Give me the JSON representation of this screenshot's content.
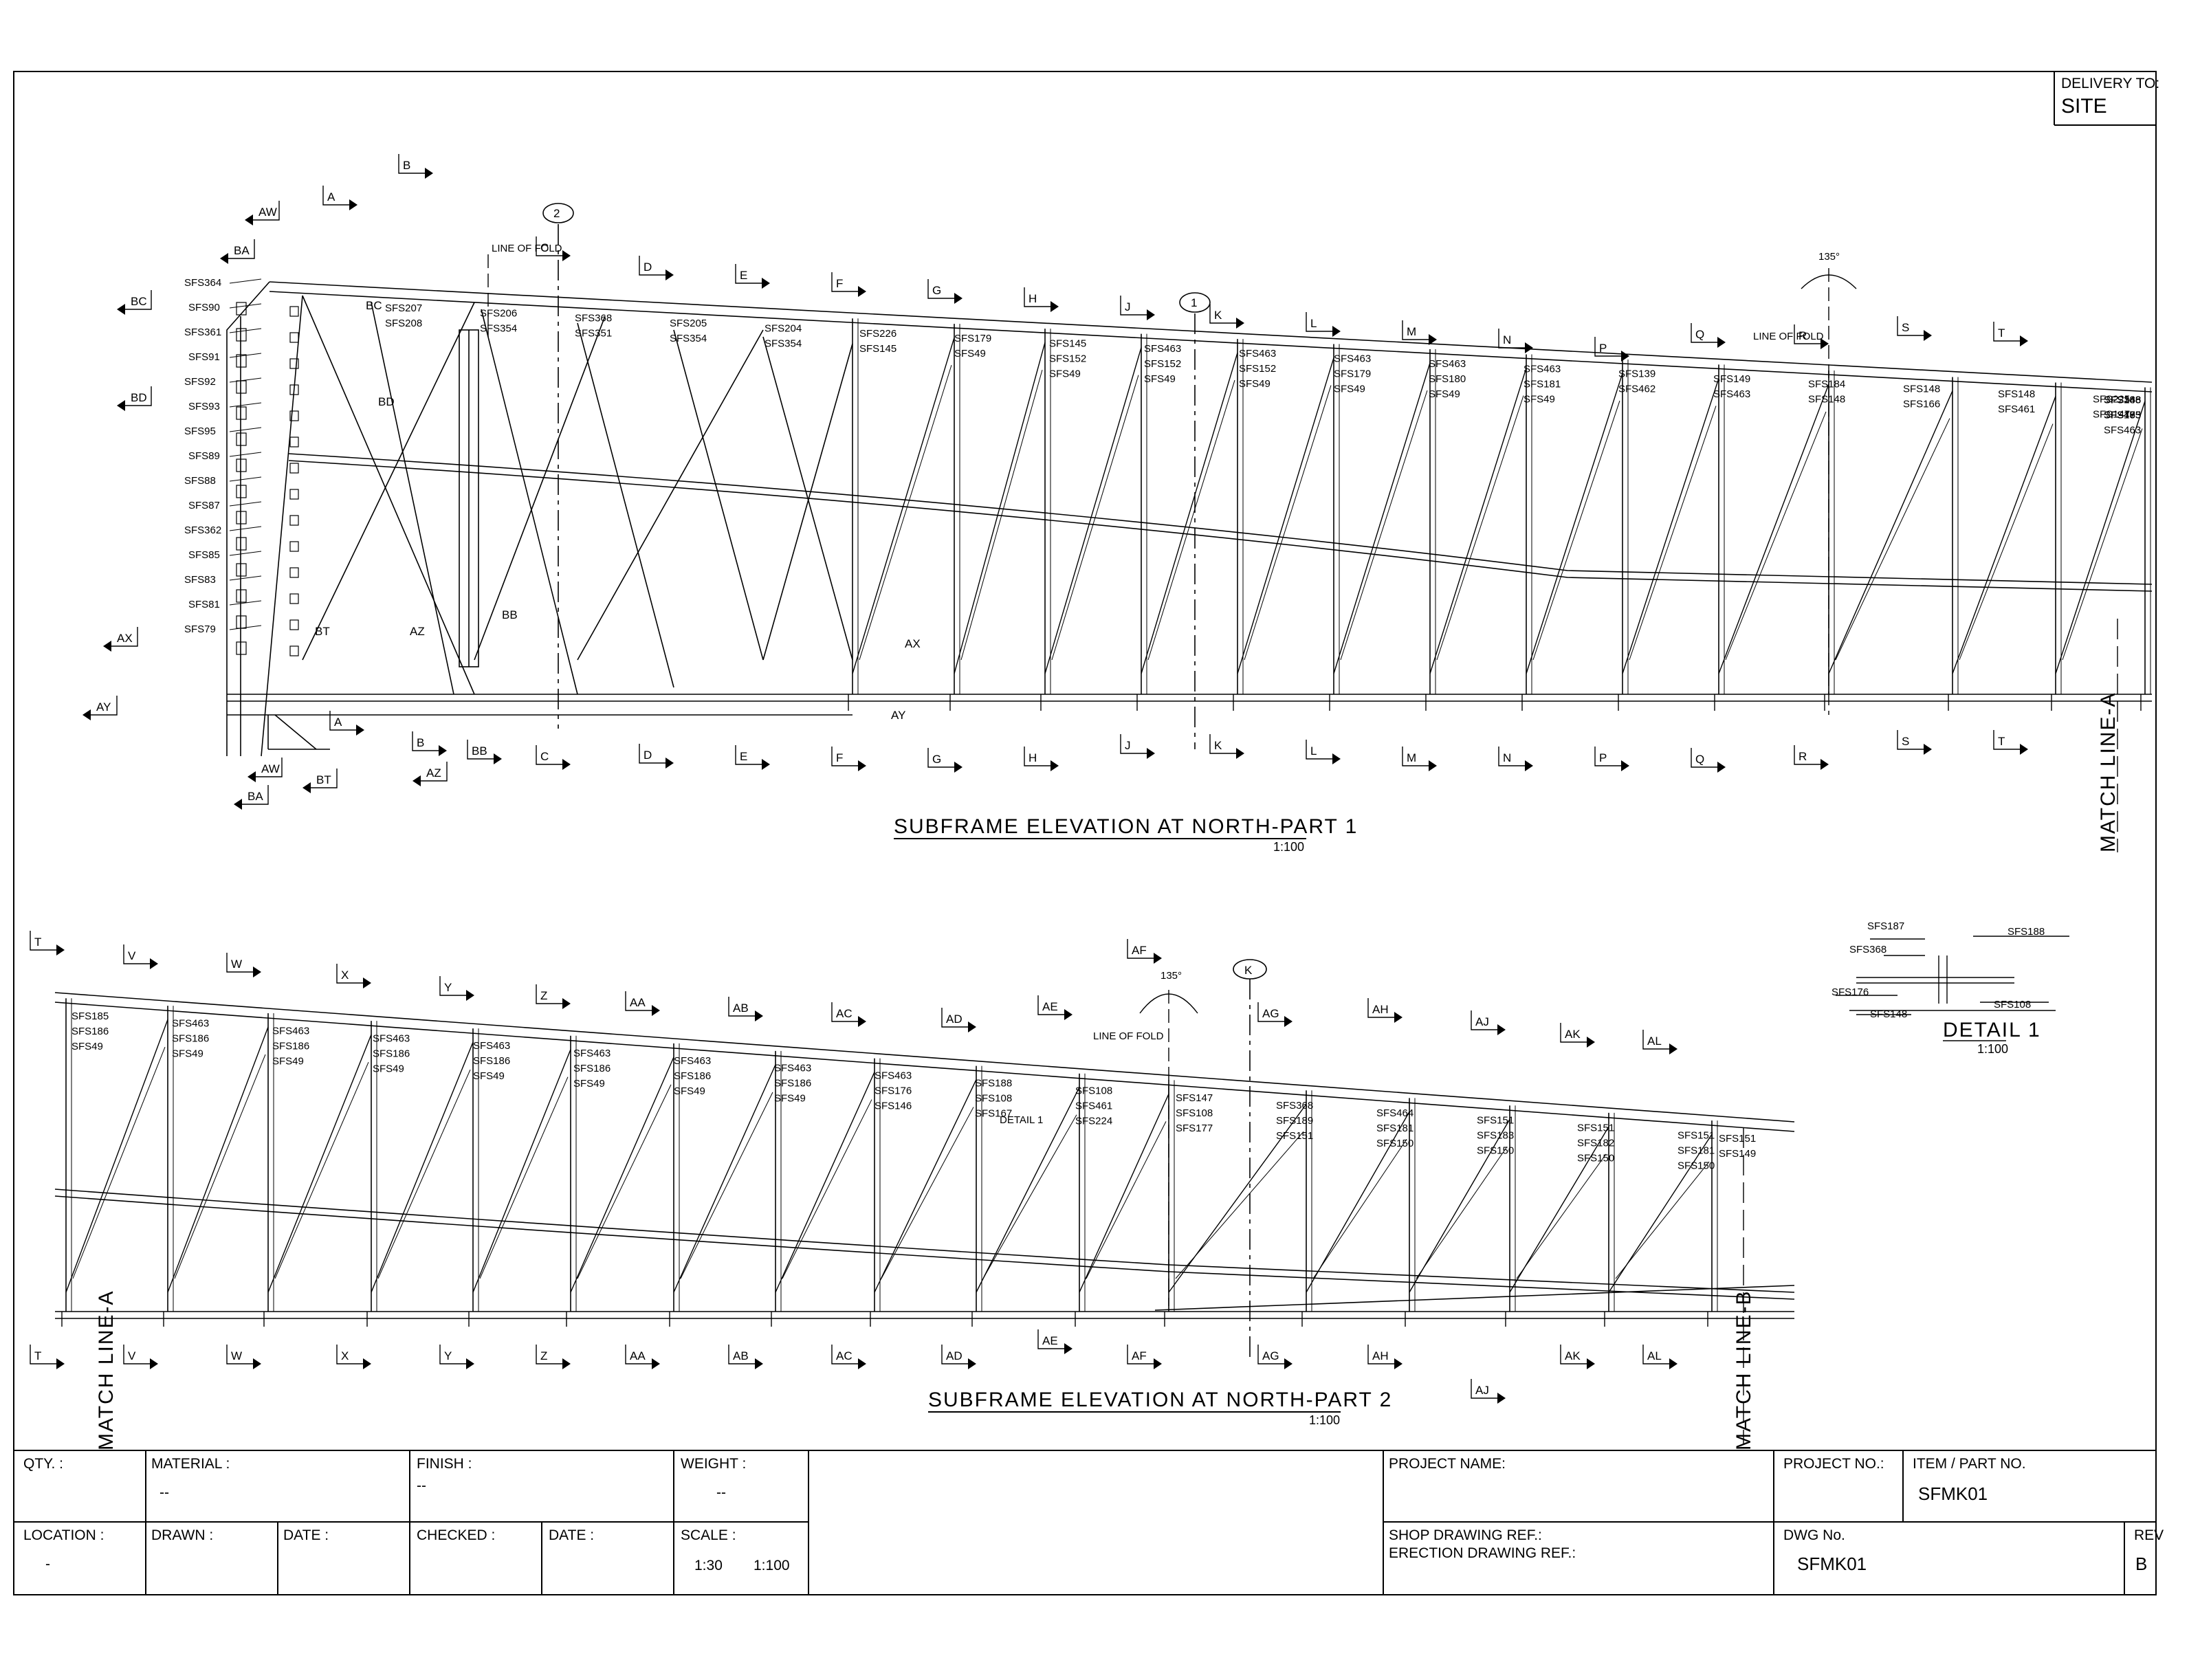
{
  "delivery": {
    "label": "DELIVERY TO:",
    "value": "SITE"
  },
  "views": {
    "part1": {
      "title": "SUBFRAME ELEVATION AT NORTH-PART 1",
      "scale": "1:100",
      "grid_markers": [
        "2",
        "1"
      ],
      "angle": "135°",
      "fold_label": "LINE OF FOLD",
      "match_line": "MATCH LINE-A",
      "section_marks_top": [
        "AW",
        "BA",
        "BC",
        "BD",
        "A",
        "B",
        "C",
        "D",
        "E",
        "F",
        "G",
        "H",
        "J",
        "K",
        "L",
        "M",
        "N",
        "P",
        "Q",
        "R",
        "S",
        "T"
      ],
      "section_marks_bottom": [
        "AW",
        "BA",
        "BT",
        "AZ",
        "A",
        "B",
        "BB",
        "C",
        "D",
        "E",
        "F",
        "G",
        "H",
        "J",
        "K",
        "L",
        "M",
        "N",
        "P",
        "Q",
        "R",
        "S",
        "T",
        "AX",
        "AY"
      ],
      "member_labels_left": [
        "SFS364",
        "SFS90",
        "SFS361",
        "SFS91",
        "SFS92",
        "SFS93",
        "SFS95",
        "SFS89",
        "SFS88",
        "SFS87",
        "SFS362",
        "SFS85",
        "SFS83",
        "SFS81",
        "SFS79"
      ],
      "member_labels_top": [
        "SFS207",
        "SFS208",
        "SFS206",
        "SFS354",
        "SFS368",
        "SFS351",
        "SFS205",
        "SFS354",
        "SFS204",
        "SFS354",
        "SFS226",
        "SFS145",
        "SFS179",
        "SFS49",
        "SFS145",
        "SFS152",
        "SFS49",
        "SFS463",
        "SFS152",
        "SFS49",
        "SFS463",
        "SFS152",
        "SFS49",
        "SFS463",
        "SFS179",
        "SFS49",
        "SFS463",
        "SFS180",
        "SFS49",
        "SFS463",
        "SFS181",
        "SFS49",
        "SFS139",
        "SFS462",
        "SFS149",
        "SFS463",
        "SFS184",
        "SFS148",
        "SFS148",
        "SFS166",
        "SFS148",
        "SFS461",
        "SFS225",
        "SFS147",
        "SFS148",
        "SFS175",
        "SFS148",
        "SFS463",
        "SFS368",
        "SFS185",
        "SFS186",
        "SFS49",
        "SFS463"
      ],
      "other_labels": [
        "BC",
        "BD",
        "BT",
        "AZ",
        "BB",
        "AX",
        "AY"
      ]
    },
    "part2": {
      "title": "SUBFRAME ELEVATION AT NORTH-PART 2",
      "scale": "1:100",
      "grid_markers": [
        "K"
      ],
      "angle": "135°",
      "fold_label": "LINE OF FOLD",
      "match_line_left": "MATCH LINE-A",
      "match_line_right": "MATCH LINE-B",
      "section_marks": [
        "T",
        "V",
        "W",
        "X",
        "Y",
        "Z",
        "AA",
        "AB",
        "AC",
        "AD",
        "AE",
        "AF",
        "AG",
        "AH",
        "AJ",
        "AK",
        "AL"
      ],
      "member_labels": [
        "SFS185",
        "SFS186",
        "SFS49",
        "SFS463",
        "SFS186",
        "SFS49",
        "SFS463",
        "SFS186",
        "SFS49",
        "SFS463",
        "SFS186",
        "SFS49",
        "SFS463",
        "SFS186",
        "SFS49",
        "SFS463",
        "SFS186",
        "SFS49",
        "SFS463",
        "SFS186",
        "SFS49",
        "SFS463",
        "SFS186",
        "SFS49",
        "SFS463",
        "SFS176",
        "SFS146",
        "SFS188",
        "SFS108",
        "SFS167",
        "SFS108",
        "SFS461",
        "SFS224",
        "SFS147",
        "SFS108",
        "SFS177",
        "SFS368",
        "SFS189",
        "SFS151",
        "SFS464",
        "SFS181",
        "SFS150",
        "SFS151",
        "SFS183",
        "SFS150",
        "SFS151",
        "SFS182",
        "SFS150",
        "SFS151",
        "SFS181",
        "SFS150",
        "SFS151",
        "SFS149"
      ],
      "detail_callout": "DETAIL 1"
    },
    "detail1": {
      "title": "DETAIL 1",
      "scale": "1:100",
      "labels": [
        "SFS187",
        "SFS188",
        "SFS368",
        "SFS176",
        "SFS148",
        "SFS108"
      ]
    }
  },
  "title_block": {
    "qty_label": "QTY. :",
    "material_label": "MATERIAL :",
    "material_value": "--",
    "finish_label": "FINISH :",
    "finish_value": "--",
    "weight_label": "WEIGHT :",
    "weight_value": "--",
    "location_label": "LOCATION :",
    "location_value": "-",
    "drawn_label": "DRAWN :",
    "date_label": "DATE :",
    "checked_label": "CHECKED :",
    "date2_label": "DATE :",
    "scale_label": "SCALE :",
    "scale_value1": "1:30",
    "scale_value2": "1:100",
    "project_name_label": "PROJECT NAME:",
    "shop_ref_label": "SHOP DRAWING REF.:",
    "erection_ref_label": "ERECTION DRAWING REF.:",
    "project_no_label": "PROJECT NO.:",
    "item_label": "ITEM / PART NO.",
    "item_value": "SFMK01",
    "dwg_label": "DWG No.",
    "dwg_value": "SFMK01",
    "rev_label": "REV",
    "rev_value": "B"
  }
}
